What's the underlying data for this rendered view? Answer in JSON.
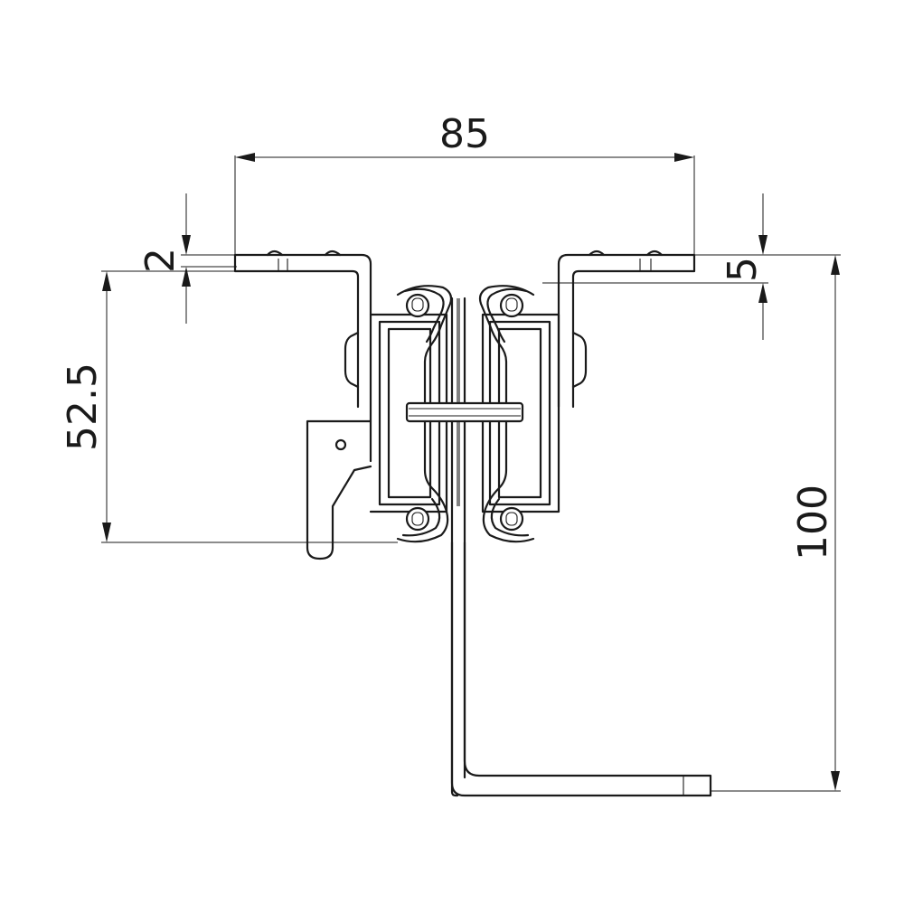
{
  "dimensions": {
    "width_top": "85",
    "plate_thickness": "2",
    "offset": "5",
    "height_left": "52.5",
    "height_right": "100"
  }
}
